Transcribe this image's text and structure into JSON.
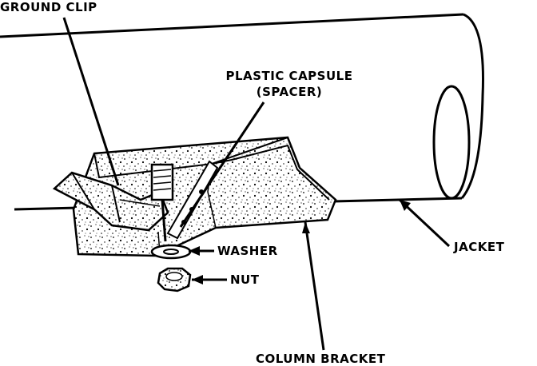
{
  "labels": {
    "ground_clip": "GROUND CLIP",
    "plastic_capsule_line1": "PLASTIC CAPSULE",
    "plastic_capsule_line2": "(SPACER)",
    "washer": "WASHER",
    "nut": "NUT",
    "jacket": "JACKET",
    "column_bracket": "COLUMN BRACKET"
  },
  "colors": {
    "ink": "#000000",
    "paper": "#ffffff"
  }
}
